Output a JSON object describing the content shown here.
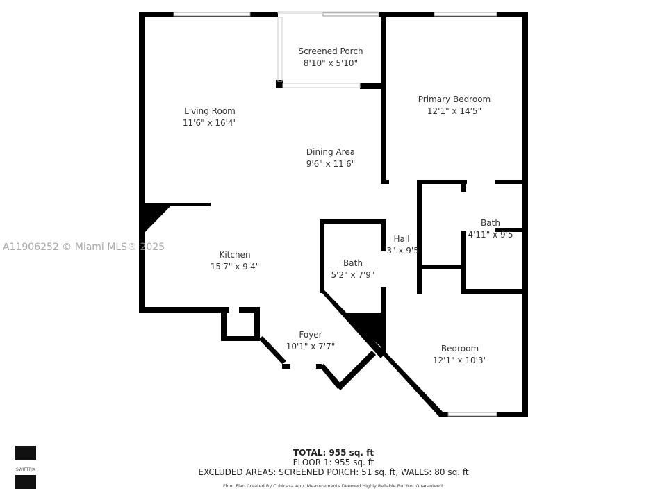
{
  "watermark": "A11906252 © Miami MLS® 2025",
  "rooms": [
    {
      "name": "Screened Porch",
      "size": "8'10\" x 5'10\""
    },
    {
      "name": "Living Room",
      "size": "11'6\" x 16'4\""
    },
    {
      "name": "Dining Area",
      "size": "9'6\" x 11'6\""
    },
    {
      "name": "Primary Bedroom",
      "size": "12'1\" x 14'5\""
    },
    {
      "name": "Kitchen",
      "size": "15'7\" x 9'4\""
    },
    {
      "name": "Bath",
      "size": "5'2\" x 7'9\""
    },
    {
      "name": "Hall",
      "size": "'3\" x 9'5"
    },
    {
      "name": "Bath",
      "size": "4'11\" x 9'5"
    },
    {
      "name": "Foyer",
      "size": "10'1\" x 7'7\""
    },
    {
      "name": "Bedroom",
      "size": "12'1\" x 10'3\""
    }
  ],
  "summary": {
    "total": "TOTAL: 955 sq. ft",
    "floor": "FLOOR 1: 955 sq. ft",
    "excluded": "EXCLUDED AREAS: SCREENED PORCH: 51 sq. ft, WALLS: 80 sq. ft",
    "disclaimer": "Floor Plan Created By Cubicasa App. Measurements Deemed Highly Reliable But Not Guaranteed."
  },
  "logo": {
    "text": "SWIFTPIX"
  },
  "colors": {
    "wall": "#000000",
    "window": "#bbbbbb"
  }
}
